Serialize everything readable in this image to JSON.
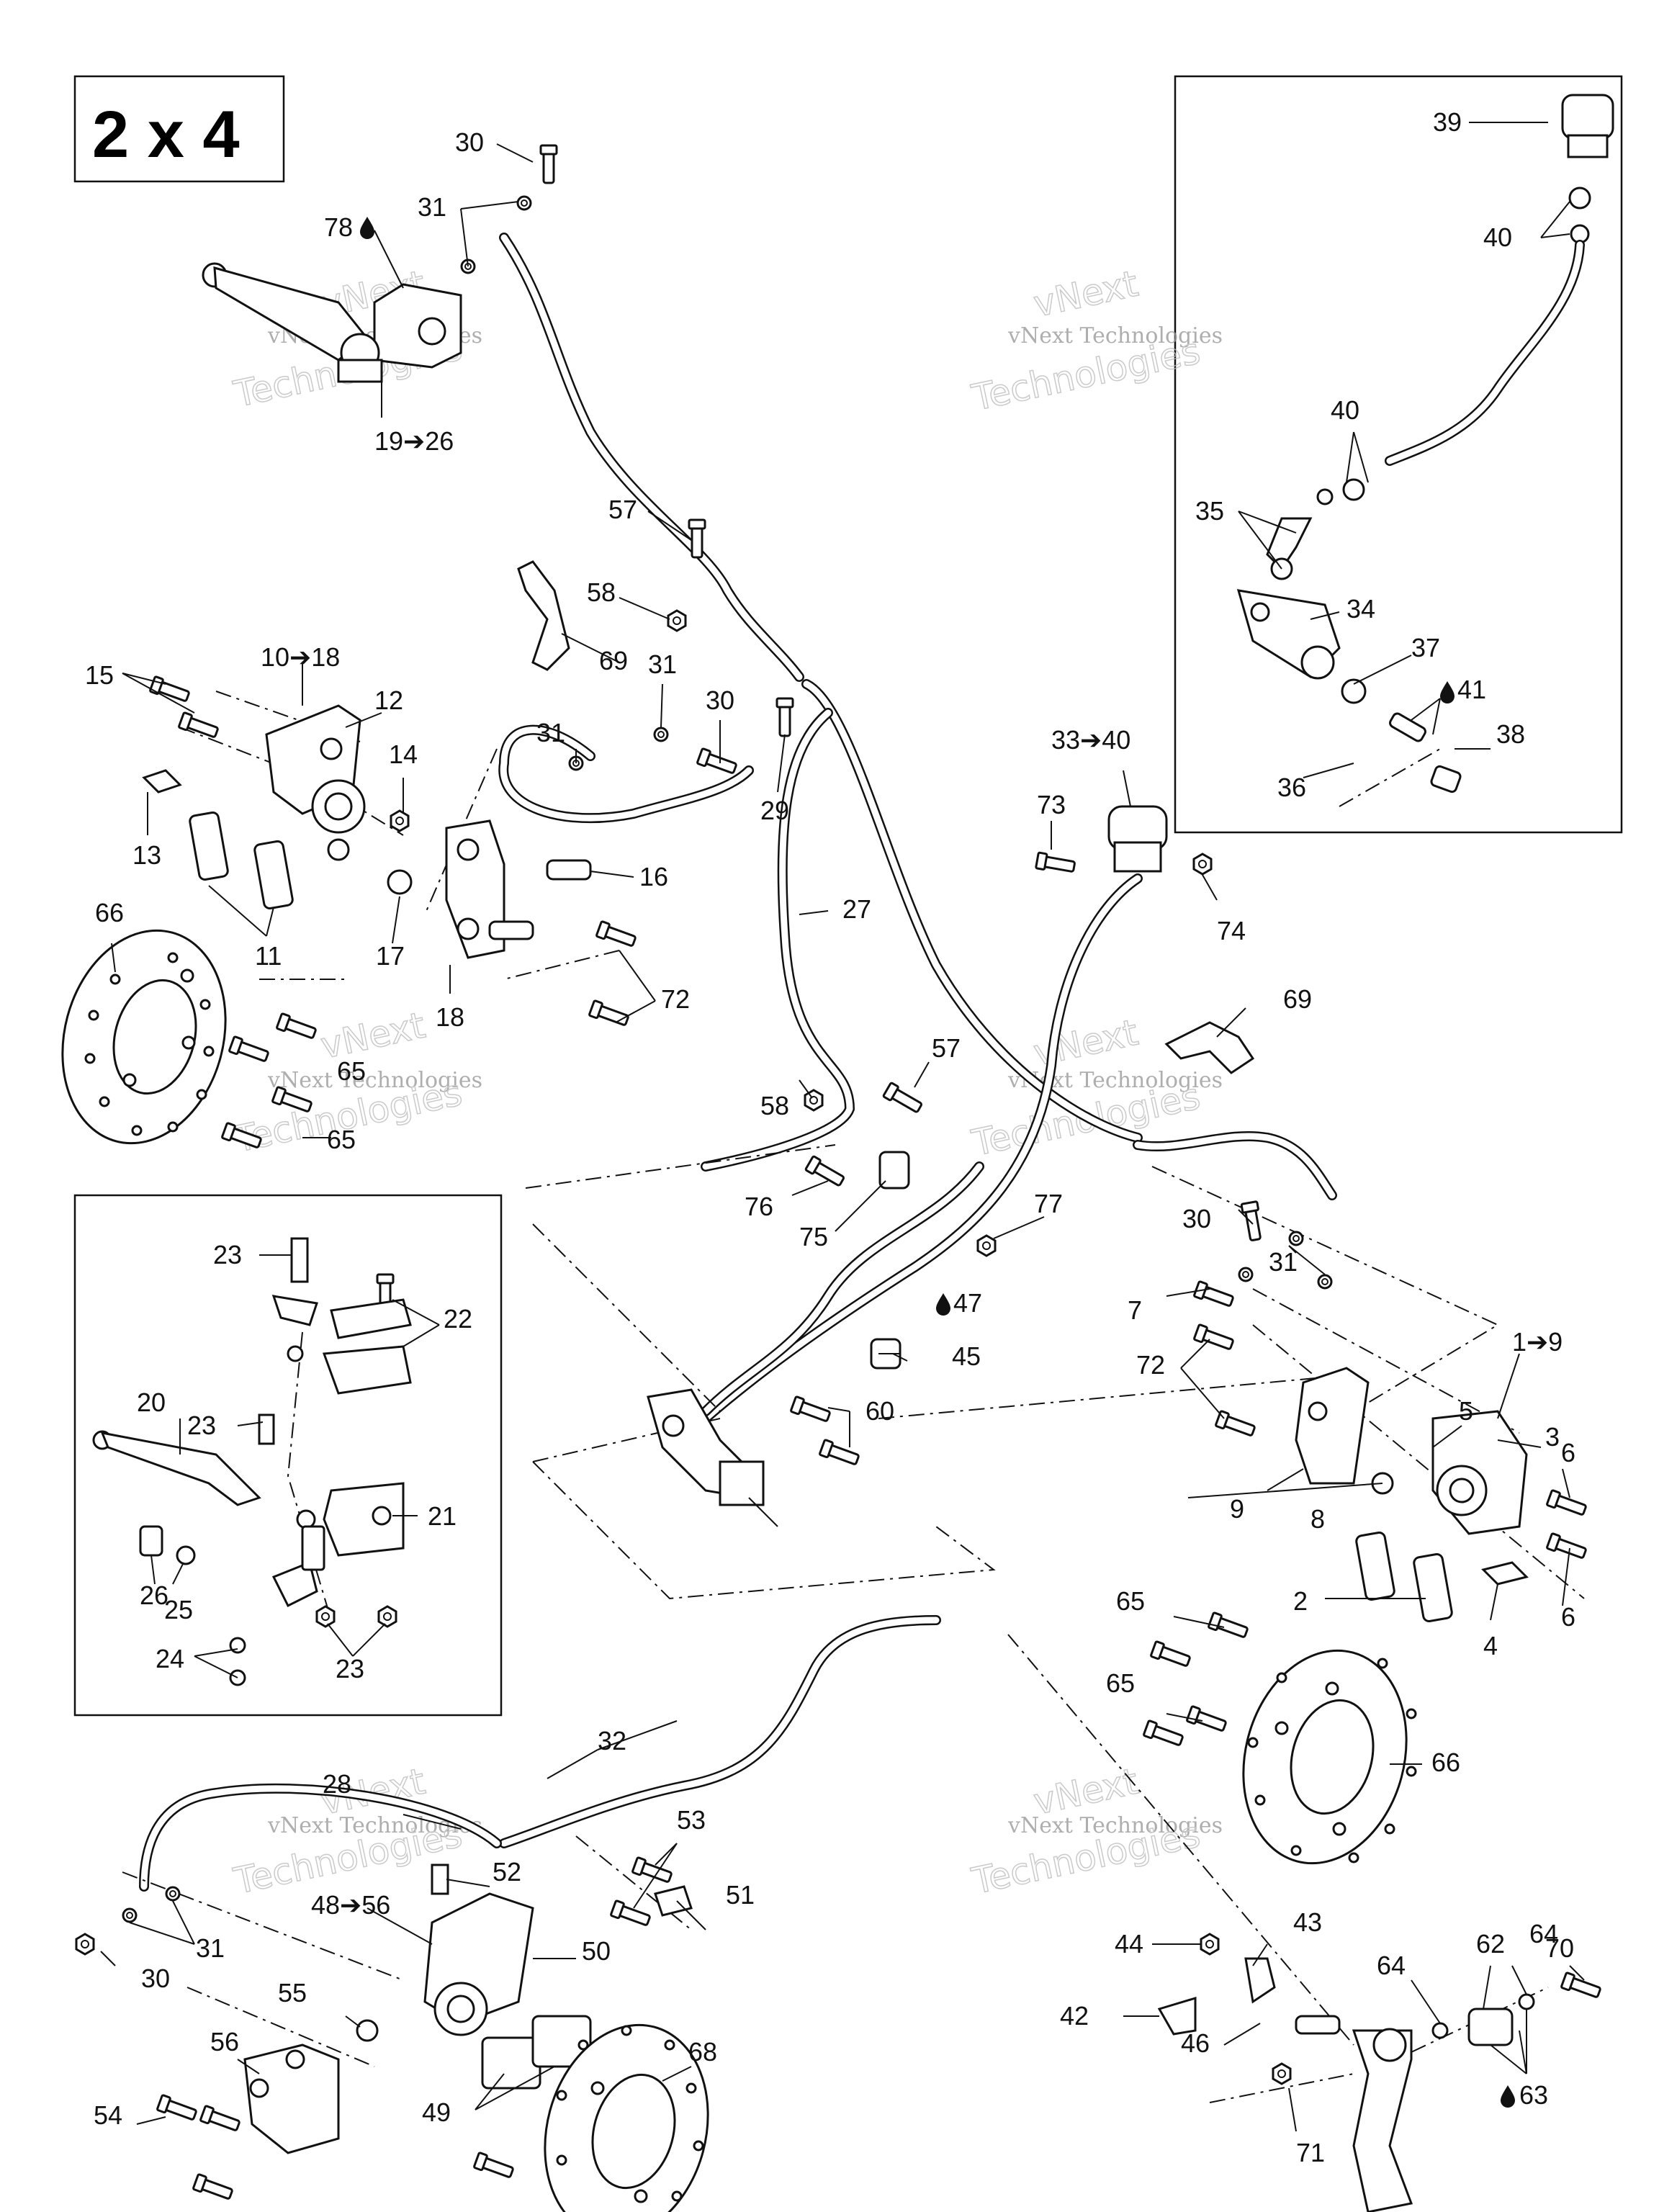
{
  "title": "2 x 4",
  "watermark": {
    "line1": "vNext",
    "line2": "vNext Technologies",
    "line3": "Technologies"
  },
  "oil_icon": "oil-drop-icon",
  "labels": {
    "l30a": "30",
    "l31a": "31",
    "l78": "78",
    "l19_26": "19➔26",
    "l57a": "57",
    "l58a": "58",
    "l69a": "69",
    "l31b": "31",
    "l30b": "30",
    "l31c": "31",
    "l29": "29",
    "l10_18": "10➔18",
    "l12": "12",
    "l15": "15",
    "l14": "14",
    "l13": "13",
    "l16": "16",
    "l11": "11",
    "l17": "17",
    "l18": "18",
    "l66a": "66",
    "l72a": "72",
    "l65a": "65",
    "l65b": "65",
    "l27": "27",
    "l73": "73",
    "l33_40": "33➔40",
    "l74": "74",
    "l39": "39",
    "l40a": "40",
    "l40b": "40",
    "l35": "35",
    "l34": "34",
    "l37": "37",
    "l41": "41",
    "l38": "38",
    "l36": "36",
    "l69b": "69",
    "l57b": "57",
    "l58b": "58",
    "l76": "76",
    "l75": "75",
    "l77": "77",
    "l30c": "30",
    "l31d": "31",
    "l7": "7",
    "l72b": "72",
    "l1_9": "1➔9",
    "l5": "5",
    "l3": "3",
    "l6a": "6",
    "l6b": "6",
    "l9": "9",
    "l8": "8",
    "l2": "2",
    "l4": "4",
    "l47": "47",
    "l45": "45",
    "l60": "60",
    "l23a": "23",
    "l22": "22",
    "l20": "20",
    "l23b": "23",
    "l21": "21",
    "l26": "26",
    "l25": "25",
    "l24": "24",
    "l23c": "23",
    "l65c": "65",
    "l65d": "65",
    "l66b": "66",
    "l32": "32",
    "l28": "28",
    "l53": "53",
    "l52": "52",
    "l51": "51",
    "l48_56": "48➔56",
    "l50": "50",
    "l31e": "31",
    "l30d": "30",
    "l55": "55",
    "l56": "56",
    "l54": "54",
    "l49": "49",
    "l68": "68",
    "l44": "44",
    "l43": "43",
    "l42": "42",
    "l46": "46",
    "l70": "70",
    "l64a": "64",
    "l62": "62",
    "l64b": "64",
    "l63": "63",
    "l71": "71"
  }
}
